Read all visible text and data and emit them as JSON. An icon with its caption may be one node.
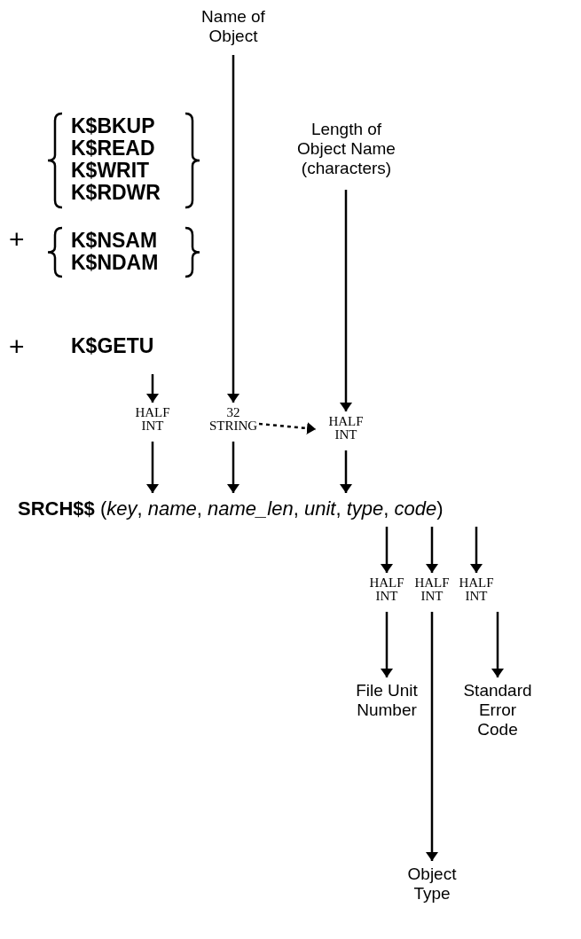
{
  "diagram": {
    "nodes": [
      {
        "text": [
          "Name of Object"
        ]
      },
      {
        "text": [
          "Length of Object Name (characters)"
        ]
      },
      {
        "text": [
          "K$BKUP",
          "K$READ",
          "K$WRIT",
          "K$RDWR",
          "+",
          "K$NSAM",
          "K$NDAM",
          "+",
          "K$GETU"
        ]
      },
      {
        "text": [
          "HALF INT"
        ]
      },
      {
        "text": [
          "32 STRING"
        ]
      },
      {
        "text": [
          "HALF INT"
        ]
      },
      {
        "text": [
          "**SRCH$$** (*key*, *name*, *name_len*, *unit*, *type*, *code*)"
        ]
      },
      {
        "text": [
          "HALF INT"
        ]
      },
      {
        "text": [
          "HALF INT"
        ]
      },
      {
        "text": [
          "HALF INT"
        ]
      },
      {
        "text": [
          "File Unit Number"
        ]
      },
      {
        "text": [
          "Object Type"
        ]
      },
      {
        "text": [
          "Standard Error Code"
        ]
      }
    ],
    "edges": [
      {
        "from": 0,
        "to": 4,
        "arrow": "to"
      },
      {
        "from": 1,
        "to": 5,
        "arrow": "to"
      },
      {
        "from": 2,
        "to": 3,
        "arrow": "to"
      },
      {
        "from": 4,
        "to": 5,
        "arrow": "to",
        "style": "dashed"
      },
      {
        "from": 3,
        "to": 6,
        "arrow": "to"
      },
      {
        "from": 4,
        "to": 6,
        "arrow": "to"
      },
      {
        "from": 5,
        "to": 6,
        "arrow": "to"
      },
      {
        "from": 6,
        "to": 7,
        "arrow": "to"
      },
      {
        "from": 6,
        "to": 8,
        "arrow": "to"
      },
      {
        "from": 6,
        "to": 9,
        "arrow": "to"
      },
      {
        "from": 7,
        "to": 10,
        "arrow": "to"
      },
      {
        "from": 8,
        "to": 11,
        "arrow": "to"
      },
      {
        "from": 9,
        "to": 12,
        "arrow": "to"
      }
    ]
  }
}
